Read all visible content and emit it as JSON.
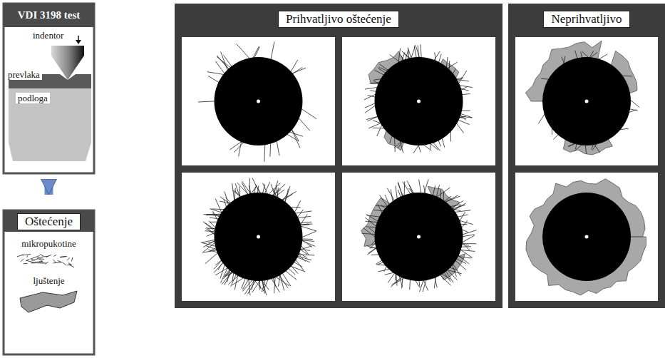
{
  "diagram": {
    "nodes": [
      {
        "text": [
          "VDI 3198 test"
        ]
      },
      {
        "text": [
          "Oštećenje"
        ]
      },
      {
        "text": [
          "Prihvatljivo oštećenje"
        ]
      },
      {
        "text": [
          "Neprihvatljivo"
        ]
      }
    ],
    "edges": [
      {
        "from": 0,
        "to": 1,
        "arrow": "to"
      }
    ],
    "labels": [
      "indentor",
      "prevlaka",
      "podloga",
      "mikropukotine",
      "ljuštenje"
    ]
  }
}
